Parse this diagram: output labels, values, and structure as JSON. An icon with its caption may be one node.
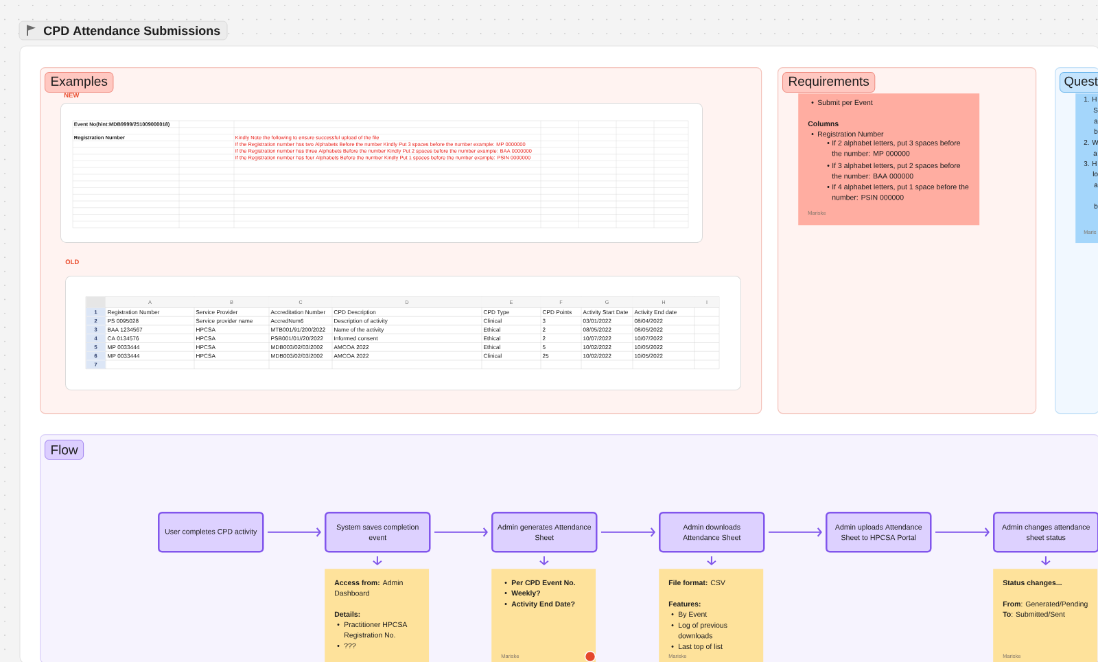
{
  "diagram": {
    "title": "CPD Attendance Submissions",
    "nodes": [
      {
        "text": [
          "Examples"
        ]
      },
      {
        "text": [
          "Event No(hint:MDB9999/251009000018)",
          "Registration Number",
          "Kindly Note the following to ensure successful upload of the file",
          "If the Registration number has two Alphabets Before the number Kindly Put 3 spaces before the number example: MP 0000000",
          "If the Registration number has three Alphabets Before the number Kindly Put 2 spaces before the number example: BAA 0000000",
          "If the Registration number has four Alphabets Before the number Kindly Put 1 spaces before the number example: PSIN 0000000"
        ],
        "in": 0,
        "beside": [
          "NEW"
        ]
      },
      {
        "text": [
          "A",
          "B",
          "C",
          "D",
          "E",
          "F",
          "G",
          "H",
          "I",
          "1",
          "2",
          "3",
          "4",
          "5",
          "6",
          "7",
          "Registration Number",
          "Service Provider",
          "Accreditation Number",
          "CPD Description",
          "CPD Type",
          "CPD Points",
          "Activity Start Date",
          "Activity End date",
          "PS 0095028",
          "Service provider name",
          "AccredNum6",
          "Description of activity",
          "Clinical",
          "3",
          "03/01/2022",
          "08/04/2022",
          "BAA 1234567",
          "HPCSA",
          "MTB001/91/200/2022",
          "Name of the activity",
          "Ethical",
          "2",
          "08/05/2022",
          "08/05/2022",
          "CA 0134576",
          "HPCSA",
          "PSB001/01//20/2022",
          "Informed consent",
          "Ethical",
          "2",
          "10/07/2022",
          "10/07/2022",
          "MP 0033444",
          "HPCSA",
          "MDB003/02/03/2002",
          "AMCOA 2022",
          "Ethical",
          "5",
          "10/02/2022",
          "10/05/2022",
          "MP 0033444",
          "HPCSA",
          "MDB003/02/03/2002",
          "AMCOA 2022",
          "Clinical",
          "25",
          "10/02/2022",
          "10/05/2022"
        ],
        "in": 0,
        "beside": [
          "OLD"
        ]
      },
      {
        "text": [
          "Requirements"
        ]
      },
      {
        "text": [
          "Submit per Event",
          "Columns",
          "Registration Number",
          "If 2 alphabet letters, put 3 spaces before the number: MP 000000",
          "If 3 alphabet letters, put 2 spaces before the number: BAA 000000",
          "If 4 alphabet letters, put 1 space before the number: PSIN 000000",
          "Mariske"
        ],
        "in": 3
      },
      {
        "text": [
          "Quest"
        ]
      },
      {
        "text": [
          "1. H",
          "S",
          "a",
          "b",
          "2. W",
          "a",
          "3. H",
          "lo",
          "a",
          "b",
          "Maris"
        ],
        "in": 5
      },
      {
        "text": [
          "Flow"
        ]
      },
      {
        "text": [
          "User completes CPD activity"
        ],
        "in": 7
      },
      {
        "text": [
          "System saves completion event"
        ],
        "in": 7
      },
      {
        "text": [
          "Admin generates Attendance Sheet"
        ],
        "in": 7
      },
      {
        "text": [
          "Admin downloads Attendance Sheet"
        ],
        "in": 7
      },
      {
        "text": [
          "Admin uploads Attendance Sheet to HPCSA Portal"
        ],
        "in": 7
      },
      {
        "text": [
          "Admin changes attendance sheet status"
        ],
        "in": 7
      },
      {
        "text": [
          "**Access from:** Admin Dashboard",
          "Details:",
          "Practitioner HPCSA Registration No.",
          "???"
        ],
        "in": 7
      },
      {
        "text": [
          "Per CPD Event No.",
          "Weekly?",
          "Activity End Date?",
          "Mariske"
        ],
        "in": 7
      },
      {
        "text": [
          "**File format:** CSV",
          "Features:",
          "By Event",
          "Log of previous downloads",
          "Last top of list",
          "Mariske"
        ],
        "in": 7
      },
      {
        "text": [
          "Status changes...",
          "**From**: Generated/Pending",
          "**To**: Submitted/Sent",
          "Mariske"
        ],
        "in": 7
      }
    ],
    "edges": [
      {
        "from": 8,
        "to": 9,
        "arrow": "to"
      },
      {
        "from": 9,
        "to": 10,
        "arrow": "to"
      },
      {
        "from": 10,
        "to": 11,
        "arrow": "to"
      },
      {
        "from": 11,
        "to": 12,
        "arrow": "to"
      },
      {
        "from": 12,
        "to": 13,
        "arrow": "to"
      },
      {
        "from": 9,
        "to": 14,
        "arrow": "to"
      },
      {
        "from": 10,
        "to": 15,
        "arrow": "to"
      },
      {
        "from": 11,
        "to": 16,
        "arrow": "to"
      },
      {
        "from": 13,
        "to": 17,
        "arrow": "to"
      }
    ]
  }
}
